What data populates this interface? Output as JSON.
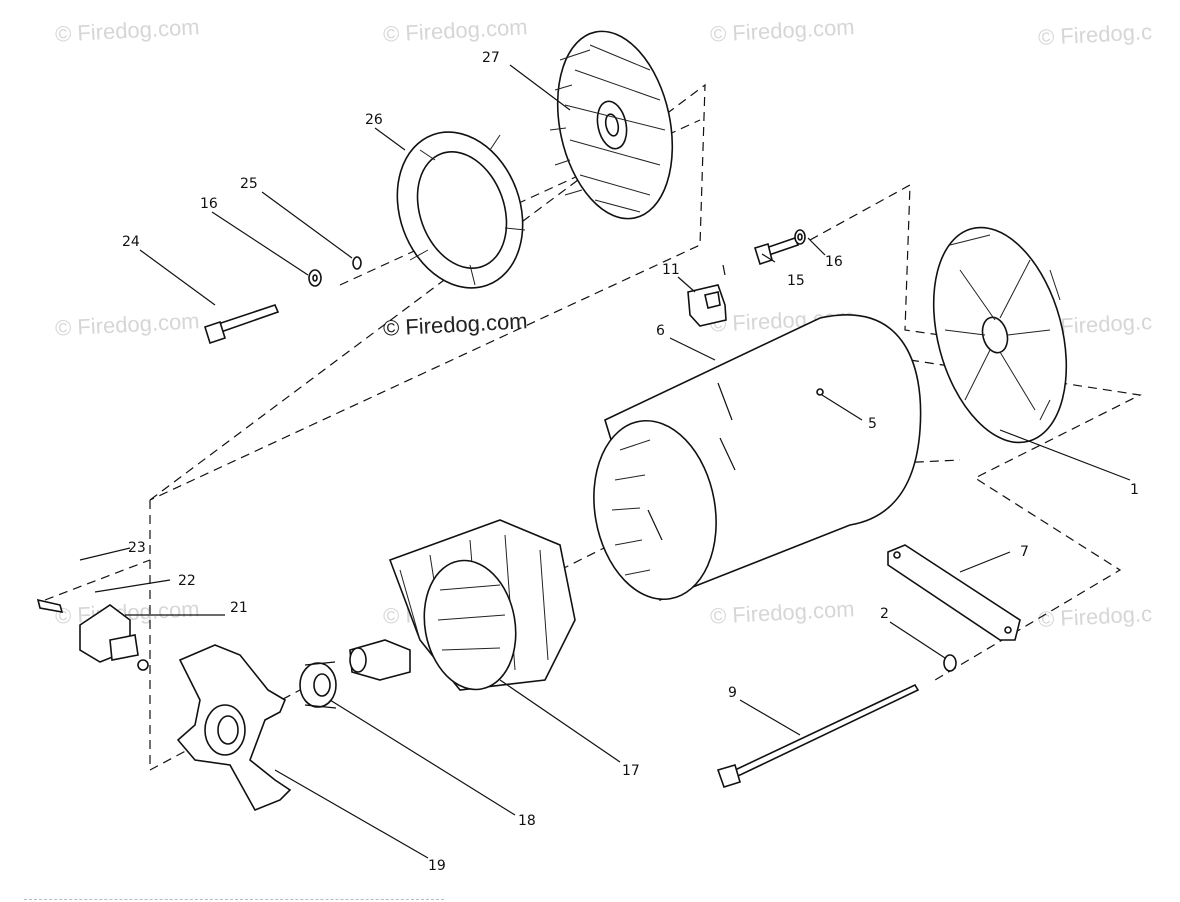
{
  "watermarks": [
    "© Firedog.com",
    "© Firedog.com",
    "© Firedog.com",
    "© Firedog.c",
    "© Firedog.com",
    "© Firedog.com",
    "© Firedog.c",
    "© Firedog.com",
    "© Firedog.com",
    "© Firedog.com",
    "© Firedog.c"
  ],
  "center_watermark": "© Firedog.com",
  "part_labels": {
    "p27": "27",
    "p26": "26",
    "p25": "25",
    "p16a": "16",
    "p24": "24",
    "p11": "11",
    "p15": "15",
    "p16b": "16",
    "p6": "6",
    "p5": "5",
    "p1": "1",
    "p7": "7",
    "p2": "2",
    "p9": "9",
    "p23": "23",
    "p22": "22",
    "p21": "21",
    "p17": "17",
    "p18": "18",
    "p19": "19"
  },
  "icons": {
    "bolt": "bolt-icon",
    "washer": "washer-icon"
  }
}
